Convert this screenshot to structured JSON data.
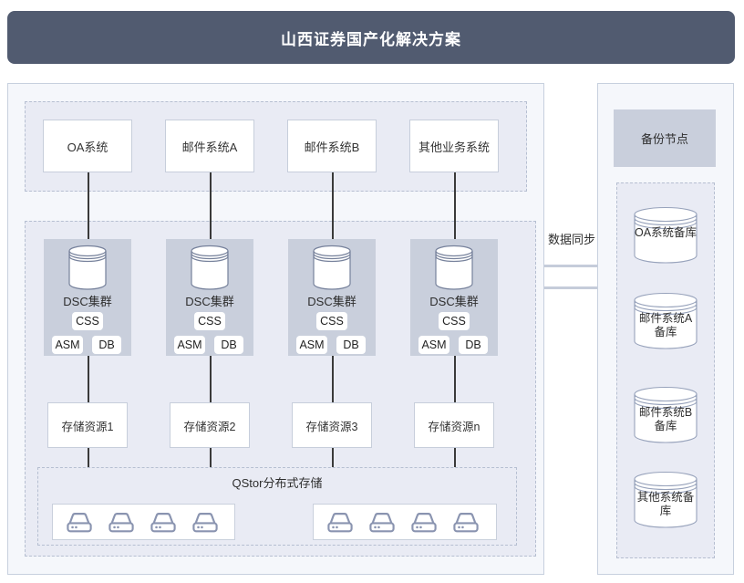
{
  "title": "山西证券国产化解决方案",
  "main": {
    "app_systems": [
      "OA系统",
      "邮件系统A",
      "邮件系统B",
      "其他业务系统"
    ],
    "dsc_label": "DSC集群",
    "chips": {
      "css": "CSS",
      "asm": "ASM",
      "db": "DB"
    },
    "storage_resources": [
      "存储资源1",
      "存储资源2",
      "存储资源3",
      "存储资源n"
    ],
    "qstor_label": "QStor分布式存储"
  },
  "sync_label": "数据同步",
  "backup": {
    "header": "备份节点",
    "databases": [
      "OA系统备库",
      "邮件系统A备库",
      "邮件系统B备库",
      "其他系统备库"
    ]
  },
  "icons": {
    "dsc_node": "database-cylinder-icon",
    "backup_node": "database-cylinder-icon",
    "storage_unit": "disk-drive-icon"
  },
  "colors": {
    "header_bg": "#515B70",
    "panel_bg": "#F5F7FB",
    "group_bg": "#E9EBF4",
    "node_gray": "#C9CFDC",
    "connector_dark": "#3A3A3A",
    "sync_line": "#C5CCDA",
    "disk_icon_stroke": "#8A94B0",
    "cylinder_stroke": "#76819B"
  }
}
